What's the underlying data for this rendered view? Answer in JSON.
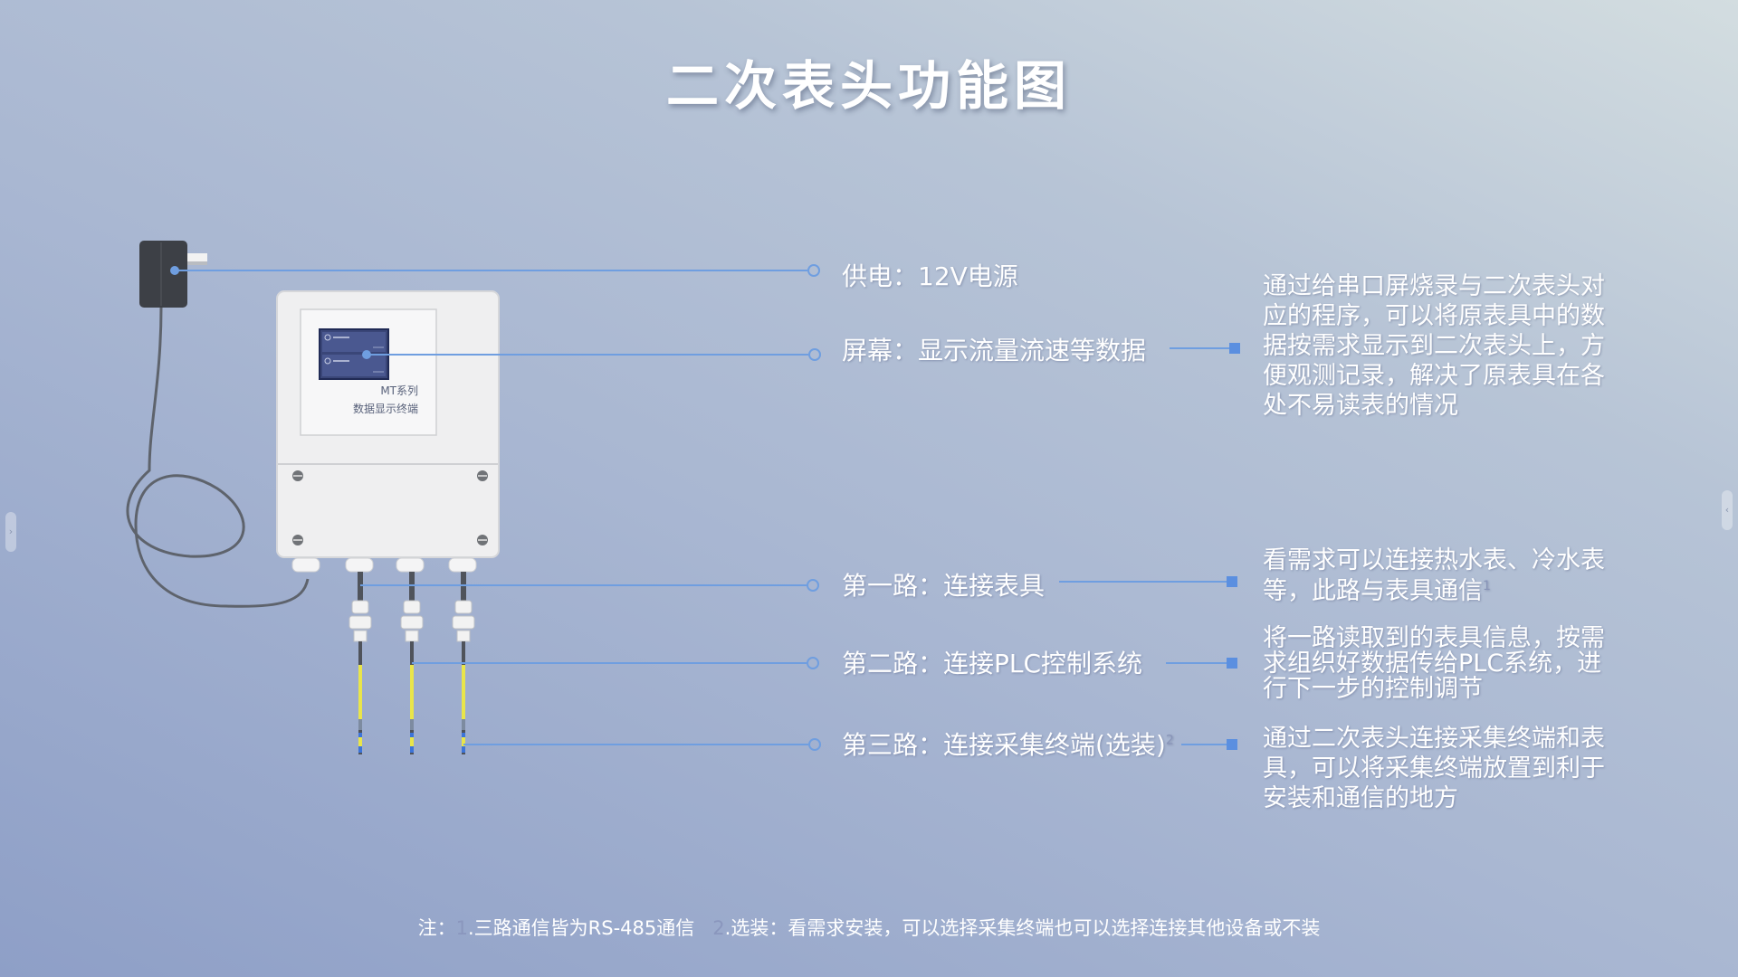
{
  "title": "二次表头功能图",
  "device": {
    "series_label": "MT系列",
    "name_label": "数据显示终端"
  },
  "callouts": {
    "power": "供电：12V电源",
    "screen": "屏幕：显示流量流速等数据",
    "channel1": "第一路：连接表具",
    "channel2": "第二路：连接PLC控制系统",
    "channel3": "第三路：连接采集终端(选装)",
    "channel3_mark": "2"
  },
  "descriptions": {
    "screen": "通过给串口屏烧录与二次表头对应的程序，可以将原表具中的数据按需求显示到二次表头上，方便观测记录，解决了原表具在各处不易读表的情况",
    "channel1": "看需求可以连接热水表、冷水表等，此路与表具通信",
    "channel1_mark": "1",
    "channel2": "将一路读取到的表具信息，按需求组织好数据传给PLC系统，进行下一步的控制调节",
    "channel3": "通过二次表头连接采集终端和表具，可以将采集终端放置到利于安装和通信的地方"
  },
  "note": {
    "prefix": "注：",
    "n1": "1",
    "t1": ".三路通信皆为RS-485通信",
    "n2": "2",
    "t2": ".选装：看需求安装，可以选择采集终端也可以选择连接其他设备或不装"
  },
  "colors": {
    "connector_line": "#6f9ee0",
    "marker": "#5b8fe0",
    "text": "#ffffff"
  },
  "icons": {
    "adapter": "power-adapter-icon",
    "left_edge": "chevron-right-icon",
    "right_edge": "chevron-left-icon"
  }
}
